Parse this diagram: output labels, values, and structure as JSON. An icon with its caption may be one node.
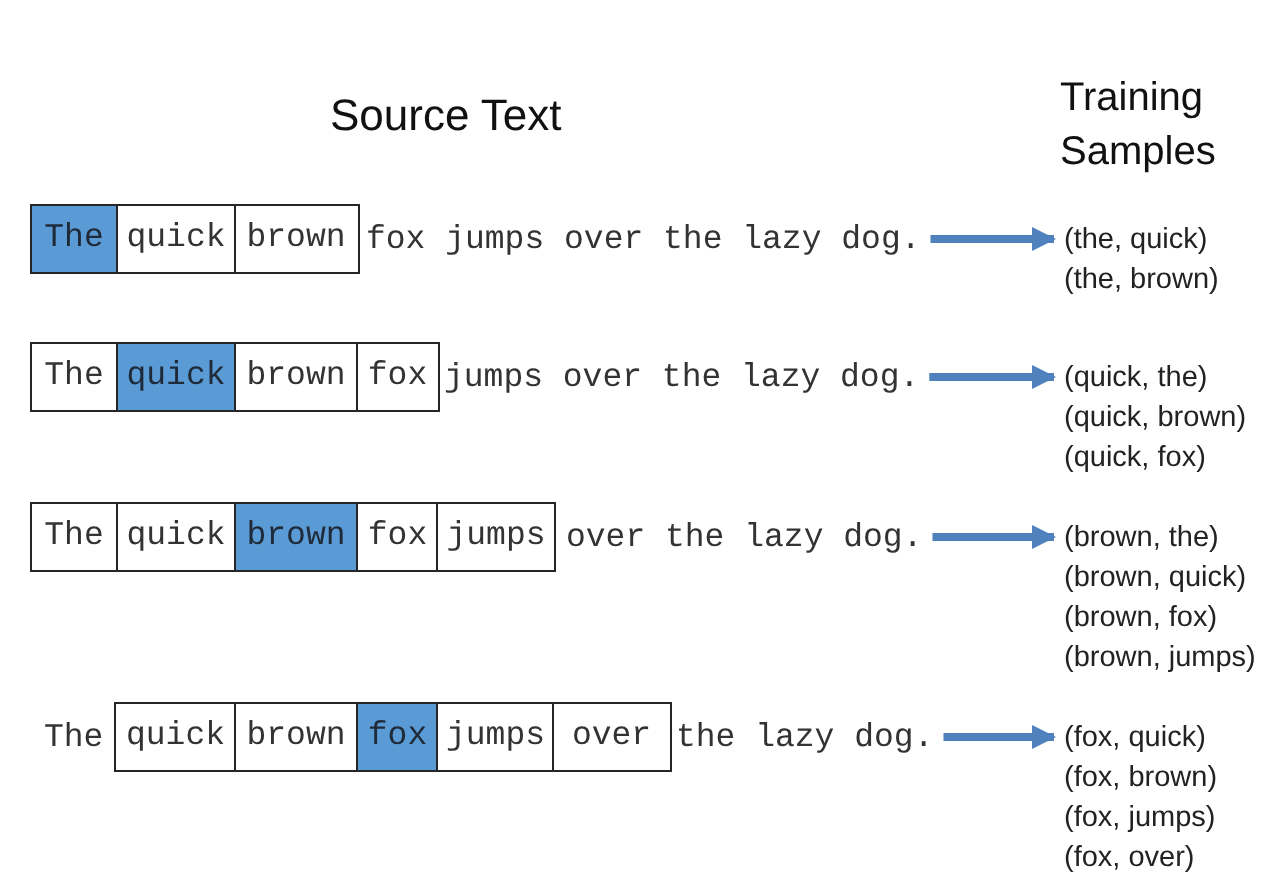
{
  "diagram": {
    "nodes": [
      {
        "text": [
          "The"
        ]
      },
      {
        "text": [
          "quick"
        ]
      },
      {
        "text": [
          "brown"
        ]
      },
      {
        "text": [
          "fox jumps over the lazy dog."
        ]
      },
      {
        "text": [
          "(the, quick)",
          "(the, brown)"
        ]
      },
      {
        "text": [
          "The"
        ]
      },
      {
        "text": [
          "quick"
        ]
      },
      {
        "text": [
          "brown"
        ]
      },
      {
        "text": [
          "fox"
        ]
      },
      {
        "text": [
          "jumps over the lazy dog."
        ]
      },
      {
        "text": [
          "(quick, the)",
          "(quick, brown)",
          "(quick, fox)"
        ]
      },
      {
        "text": [
          "The"
        ]
      },
      {
        "text": [
          "quick"
        ]
      },
      {
        "text": [
          "brown"
        ]
      },
      {
        "text": [
          "fox"
        ]
      },
      {
        "text": [
          "jumps"
        ]
      },
      {
        "text": [
          "over the lazy dog."
        ]
      },
      {
        "text": [
          "(brown, the)",
          "(brown, quick)",
          "(brown, fox)",
          "(brown, jumps)"
        ]
      },
      {
        "text": [
          "quick"
        ]
      },
      {
        "text": [
          "brown"
        ]
      },
      {
        "text": [
          "fox"
        ]
      },
      {
        "text": [
          "jumps"
        ]
      },
      {
        "text": [
          "over"
        ]
      },
      {
        "text": [
          "the lazy dog."
        ]
      },
      {
        "text": [
          "(fox, quick)",
          "(fox, brown)",
          "(fox, jumps)",
          "(fox, over)"
        ]
      }
    ],
    "edges": [
      {
        "from": 3,
        "to": 4,
        "arrow": "to"
      },
      {
        "from": 9,
        "to": 10,
        "arrow": "to"
      },
      {
        "from": 16,
        "to": 17,
        "arrow": "to"
      },
      {
        "from": 23,
        "to": 24,
        "arrow": "to"
      }
    ],
    "labels": [
      "Source Text",
      "Training Samples",
      "The"
    ]
  }
}
